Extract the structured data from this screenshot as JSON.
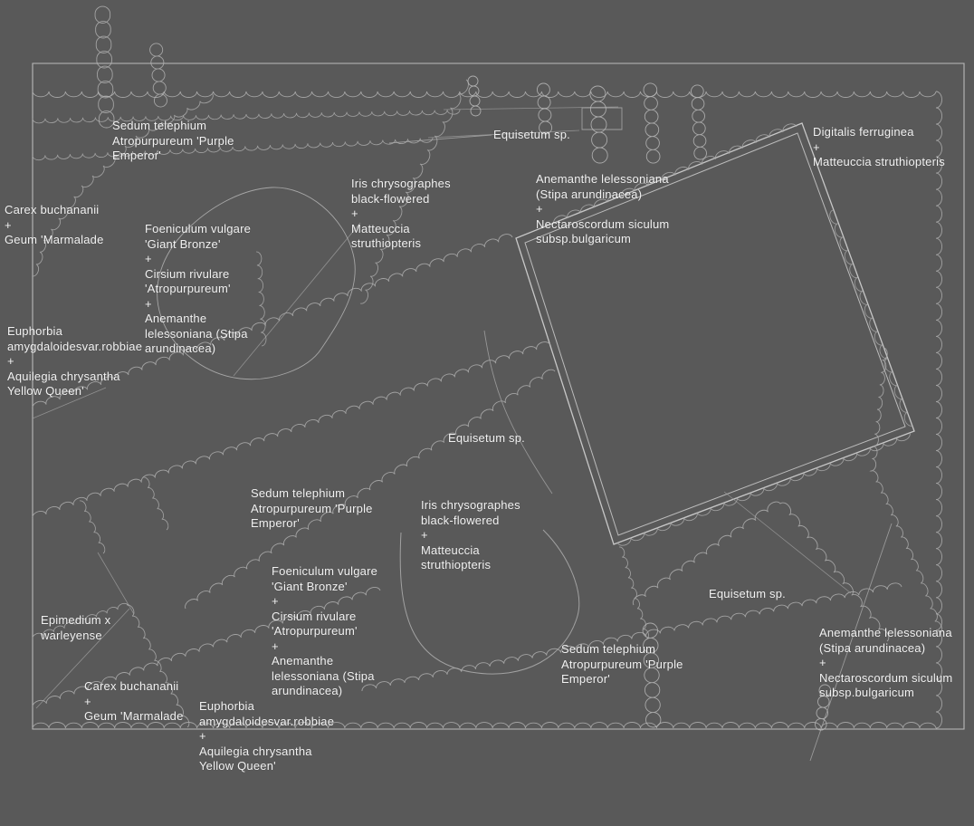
{
  "canvas": {
    "background": "#595959",
    "text_color": "#f2f2f2",
    "line_color": "#ababab",
    "border_color": "#c4c4c4",
    "accent_square_color": "#cdcdcd"
  },
  "labels": [
    {
      "id": "sedum-telephium-top",
      "text": "Sedum telephium\nAtropurpureum 'Purple\nEmperor'"
    },
    {
      "id": "equisetum-top",
      "text": "Equisetum sp."
    },
    {
      "id": "digitalis-matteuccia",
      "text": "Digitalis ferruginea\n+\nMatteuccia struthiopteris"
    },
    {
      "id": "iris-matteuccia-top",
      "text": "Iris chrysographes\nblack-flowered\n+\nMatteuccia\nstruthiopteris"
    },
    {
      "id": "anemanthe-nectaroscordum-top",
      "text": "Anemanthe lelessoniana\n(Stipa arundinacea)\n+\nNectaroscordum siculum\nsubsp.bulgaricum"
    },
    {
      "id": "carex-geum-top",
      "text": "Carex buchananii\n+\nGeum 'Marmalade"
    },
    {
      "id": "foeniculum-mix-top",
      "text": "Foeniculum vulgare\n'Giant Bronze'\n+\nCirsium rivulare\n'Atropurpureum'\n+\nAnemanthe\nlelessoniana (Stipa\narundinacea)"
    },
    {
      "id": "euphorbia-aquilegia-top",
      "text": "Euphorbia\namygdaloidesvar.robbiae\n+\nAquilegia chrysantha\nYellow Queen'"
    },
    {
      "id": "equisetum-mid",
      "text": "Equisetum sp."
    },
    {
      "id": "sedum-telephium-mid",
      "text": "Sedum telephium\nAtropurpureum 'Purple\nEmperor'"
    },
    {
      "id": "iris-matteuccia-mid",
      "text": "Iris chrysographes\nblack-flowered\n+\nMatteuccia\nstruthiopteris"
    },
    {
      "id": "foeniculum-mix-mid",
      "text": "Foeniculum vulgare\n'Giant Bronze'\n+\nCirsium rivulare\n'Atropurpureum'\n+\nAnemanthe\nlelessoniana (Stipa\narundinacea)"
    },
    {
      "id": "epimedium",
      "text": "Epimedium x\nwarleyense"
    },
    {
      "id": "equisetum-bottom",
      "text": "Equisetum sp."
    },
    {
      "id": "sedum-telephium-bottom",
      "text": "Sedum telephium\nAtropurpureum 'Purple\nEmperor'"
    },
    {
      "id": "anemanthe-nectaroscordum-bottom",
      "text": "Anemanthe lelessoniana\n(Stipa arundinacea)\n+\nNectaroscordum siculum\nsubsp.bulgaricum"
    },
    {
      "id": "carex-geum-bottom",
      "text": "Carex buchananii\n+\nGeum 'Marmalade"
    },
    {
      "id": "euphorbia-aquilegia-bottom",
      "text": "Euphorbia\namygdaloidesvar.robbiae\n+\nAquilegia chrysantha\nYellow Queen'"
    }
  ]
}
